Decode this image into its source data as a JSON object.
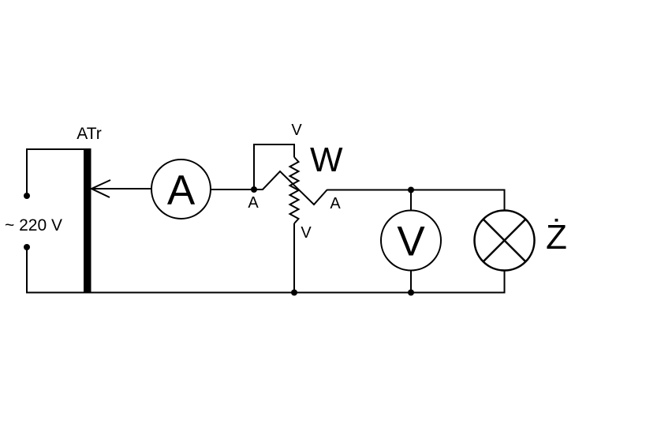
{
  "circuit": {
    "source": {
      "label": "~ 220 V"
    },
    "autotransformer": {
      "label": "ATr"
    },
    "ammeter": {
      "label": "A"
    },
    "rheostat": {
      "label": "W",
      "top_terminal": "V",
      "bottom_terminal": "V",
      "left_terminal": "A",
      "right_terminal": "A"
    },
    "voltmeter": {
      "label": "V"
    },
    "lamp": {
      "label": "Ż"
    },
    "colors": {
      "line": "#000000",
      "background": "#ffffff"
    }
  }
}
